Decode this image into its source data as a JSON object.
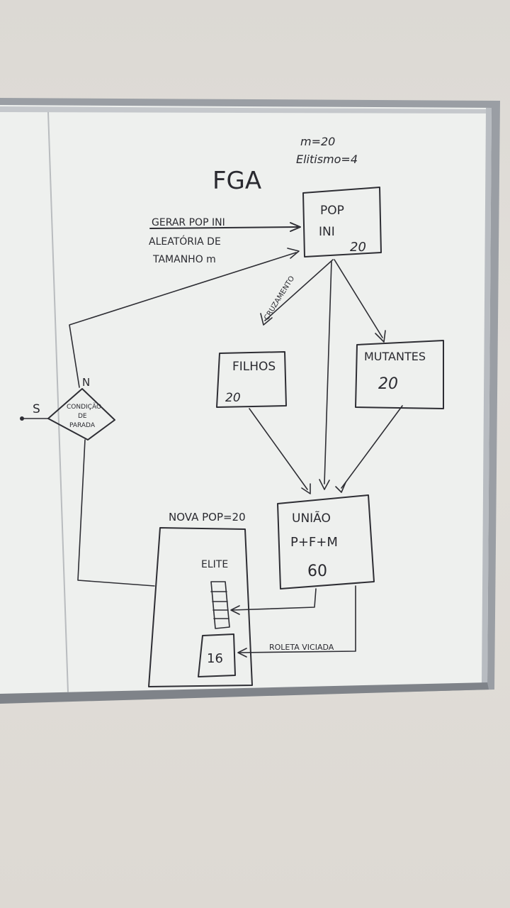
{
  "whiteboard": {
    "title": "FGA",
    "params": {
      "line1": "m=20",
      "line2": "Elitismo=4"
    },
    "generate_note": [
      "GERAR POP INI",
      "ALEATÓRIA DE",
      "TAMANHO m"
    ],
    "pop_ini": {
      "line1": "POP",
      "line2": "INI",
      "size": "20"
    },
    "crossover_label": "CRUZAMENTO",
    "filhos": {
      "label": "FILHOS",
      "size": "20"
    },
    "mutantes": {
      "label": "MUTANTES",
      "size": "20"
    },
    "stop_condition": {
      "line1": "CONDIÇÃO",
      "line2": "DE",
      "line3": "PARADA",
      "yes": "S",
      "no": "N"
    },
    "uniao": {
      "line1": "UNIÃO",
      "line2": "P+F+M",
      "size": "60"
    },
    "nova_pop": {
      "label": "NOVA POP=20",
      "elite": "ELITE",
      "roleta_size": "16"
    },
    "roleta_label": "ROLETA VICIADA"
  },
  "colors": {
    "wall": "#dcd9d4",
    "board": "#eef0ee",
    "frame": "#8c9096",
    "ink": "#2e2e34"
  }
}
